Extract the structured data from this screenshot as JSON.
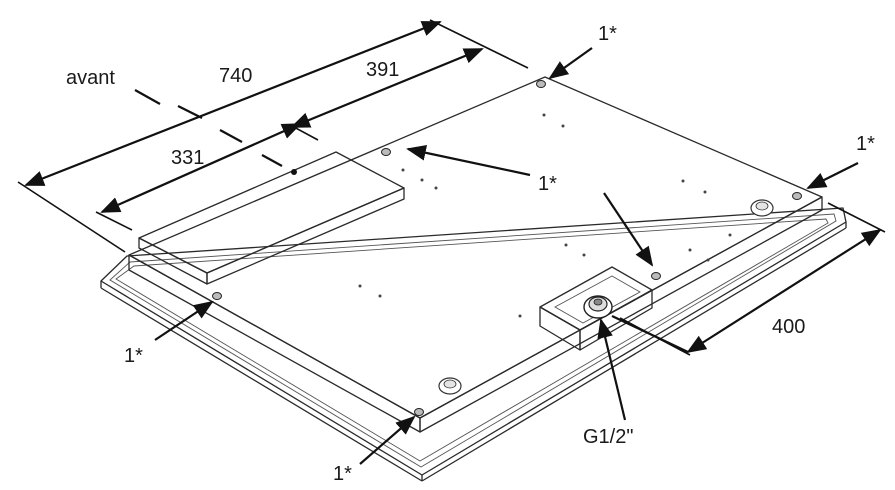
{
  "labels": {
    "avant": "avant",
    "dim_740": "740",
    "dim_391": "391",
    "dim_331": "331",
    "dim_400": "400",
    "connector": "G1/2\"",
    "callout_top": "1*",
    "callout_right": "1*",
    "callout_center": "1*",
    "callout_left": "1*",
    "callout_bottom": "1*"
  }
}
